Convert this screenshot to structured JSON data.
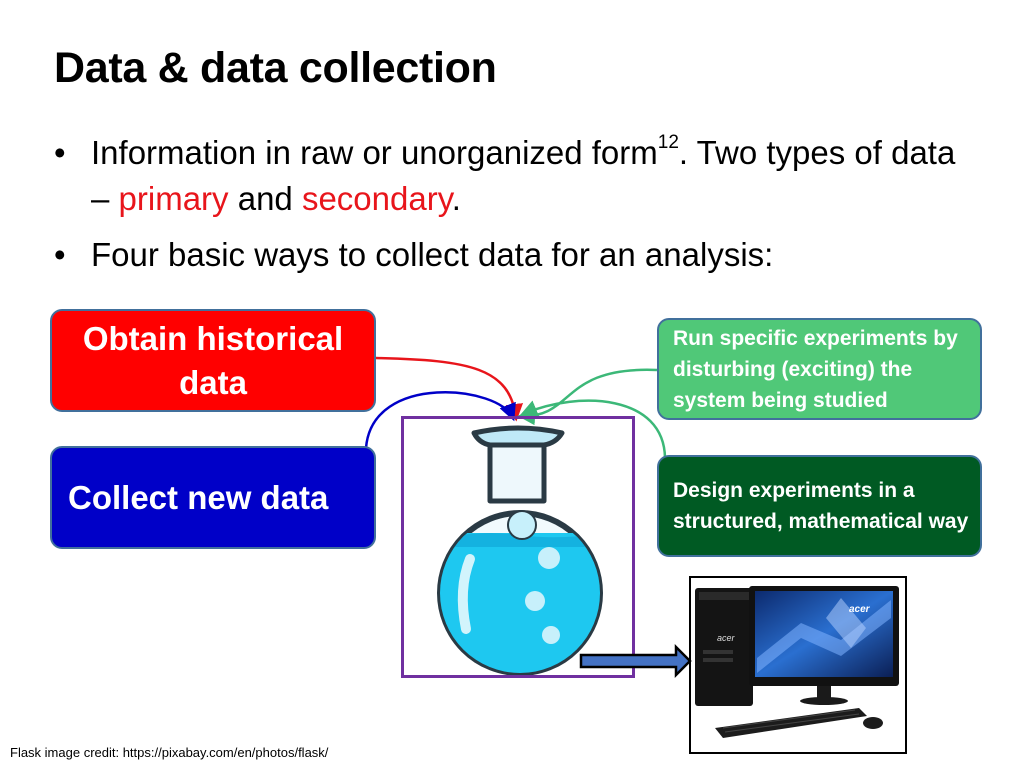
{
  "slide": {
    "title": "Data & data collection",
    "bullet_glyph": "•",
    "bullet1": {
      "pre": "Information in raw or unorganized form",
      "sup": "12",
      "mid": ". Two types of data – ",
      "primary": "primary",
      "and": " and ",
      "secondary": "secondary",
      "end": "."
    },
    "bullet2": "Four basic ways to collect data for an analysis:"
  },
  "diagram": {
    "historical": "Obtain historical data",
    "new_data": "Collect new data",
    "run_experiments": "Run specific experiments by disturbing (exciting) the system being studied",
    "design_experiments": "Design experiments in a structured, mathematical way",
    "brand_label": "acer",
    "icons": [
      "flask-icon",
      "computer-icon",
      "arrow-right-icon"
    ]
  },
  "colors": {
    "red_text": "#e8151b",
    "historical_box": "#ff0000",
    "new_data_box": "#0000c8",
    "run_box": "#50c878",
    "design_box": "#005a23",
    "flask_frame": "#7030a0",
    "flask_liquid": "#1ec8f0",
    "arrow_fill": "#4472c4"
  },
  "footer": {
    "credit": "Flask image credit: https://pixabay.com/en/photos/flask/"
  }
}
